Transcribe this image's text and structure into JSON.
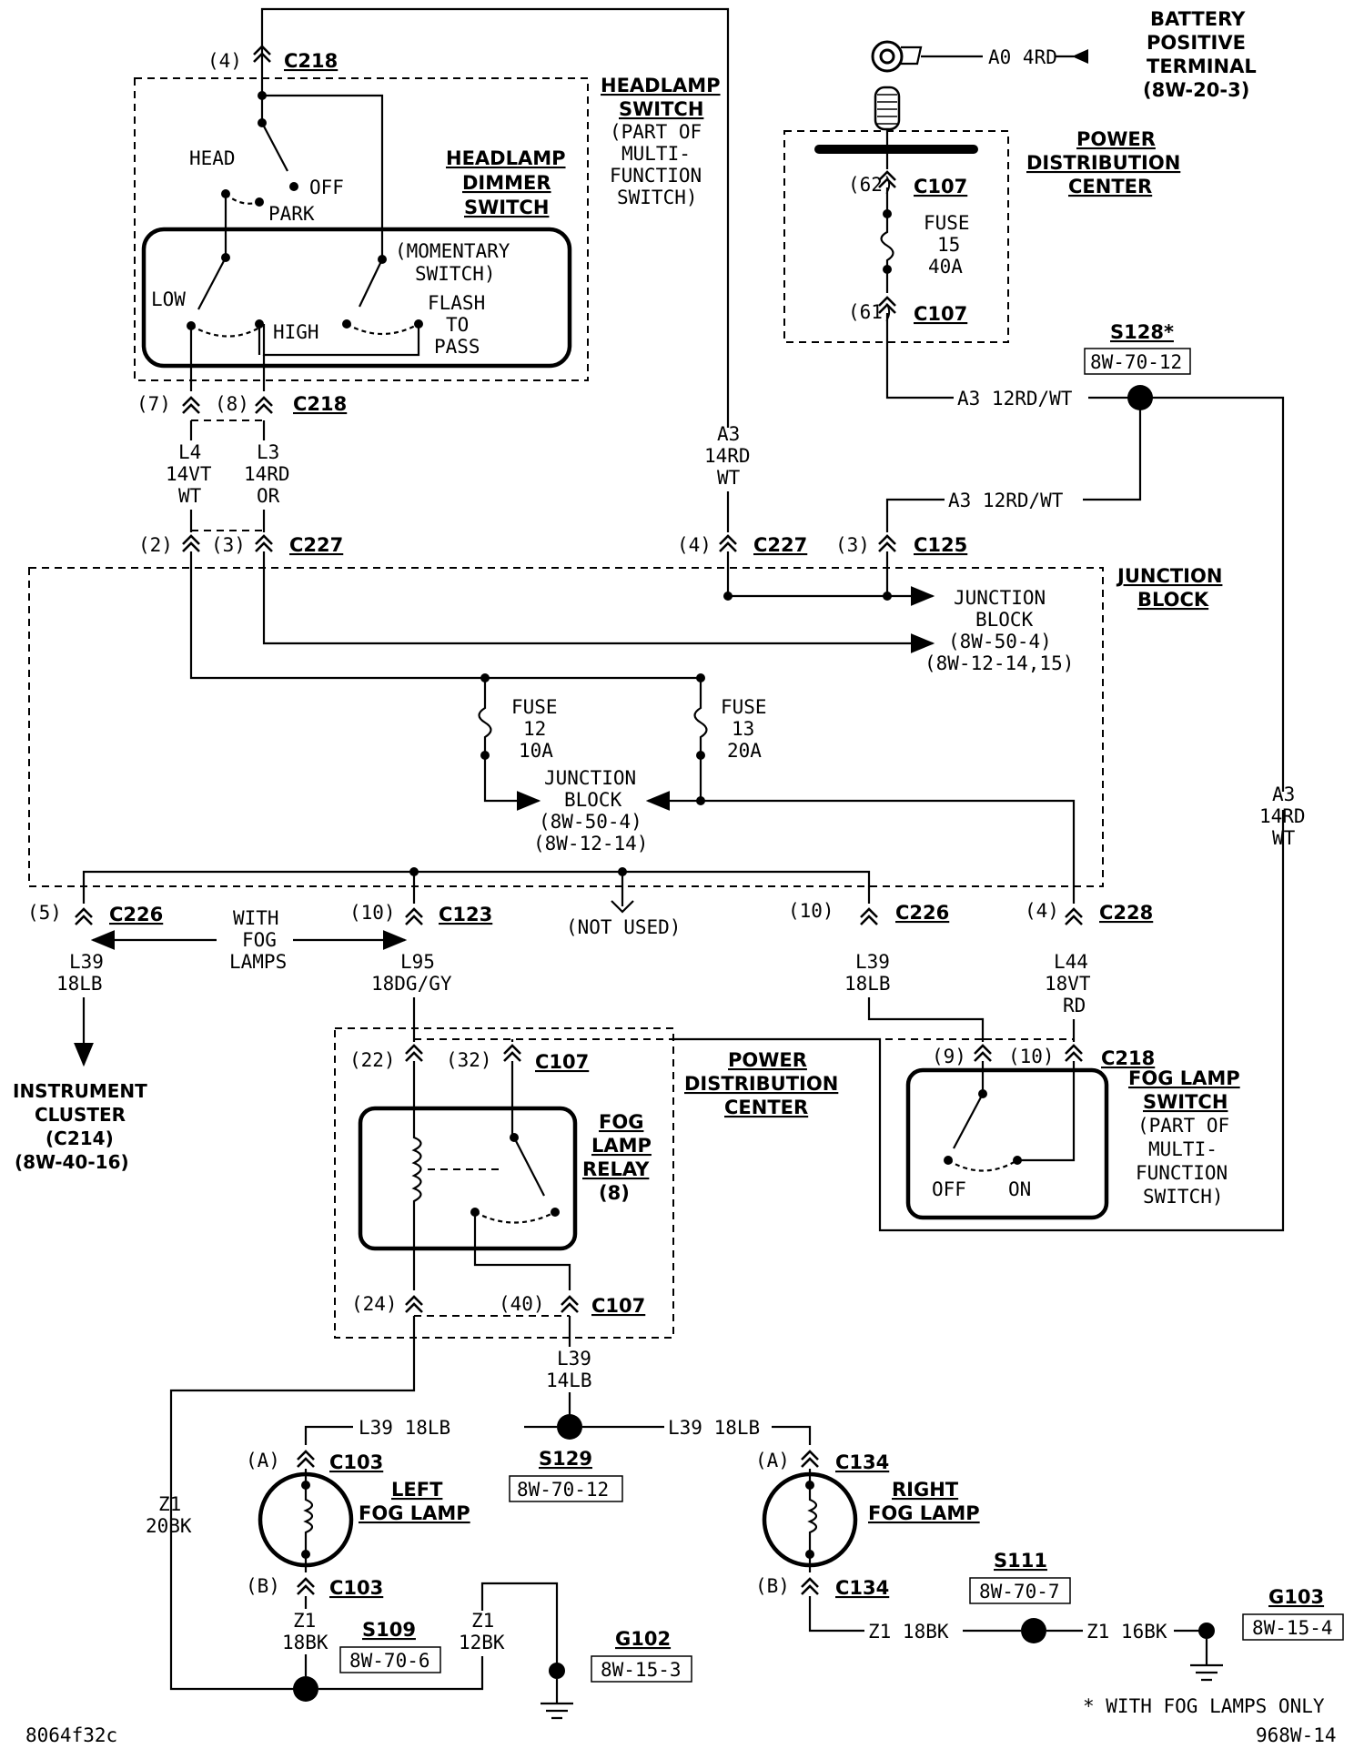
{
  "labels": {
    "battery": [
      "BATTERY",
      "POSITIVE",
      "TERMINAL",
      "(8W-20-3)"
    ],
    "a0_wire": "A0 4RD",
    "pdc_title": [
      "POWER",
      "DISTRIBUTION",
      "CENTER"
    ],
    "fuse15": [
      "FUSE",
      "15",
      "40A"
    ],
    "c107": "C107",
    "c107_62": "(62)",
    "c107_61": "(61)",
    "c107_22": "(22)",
    "c107_32": "(32)",
    "c107_24": "(24)",
    "c107_40": "(40)",
    "s128": "S128*",
    "s128_ref": "8W-70-12",
    "a3_12rdwt": "A3 12RD/WT",
    "headlamp_switch": [
      "HEADLAMP",
      "SWITCH"
    ],
    "headlamp_switch_note": [
      "(PART OF",
      "MULTI-",
      "FUNCTION",
      "SWITCH)"
    ],
    "headlamp_dimmer": [
      "HEADLAMP",
      "DIMMER",
      "SWITCH"
    ],
    "c218": "C218",
    "c218_4": "(4)",
    "c218_7": "(7)",
    "c218_8": "(8)",
    "c218_9": "(9)",
    "c218_10": "(10)",
    "head": "HEAD",
    "off": "OFF",
    "park": "PARK",
    "momentary": [
      "(MOMENTARY",
      "SWITCH)"
    ],
    "low": "LOW",
    "high": "HIGH",
    "flash": [
      "FLASH",
      "TO",
      "PASS"
    ],
    "l4_wire": [
      "L4",
      "14VT",
      "WT"
    ],
    "l3_wire": [
      "L3",
      "14RD",
      "OR"
    ],
    "a3_14rdwt": [
      "A3",
      "14RD",
      "WT"
    ],
    "c227": "C227",
    "c227_2": "(2)",
    "c227_3": "(3)",
    "c227_4": "(4)",
    "c125": "C125",
    "c125_3": "(3)",
    "junction_block_title": [
      "JUNCTION",
      "BLOCK"
    ],
    "jb_ref1": [
      "JUNCTION",
      "BLOCK",
      "(8W-50-4)",
      "(8W-12-14,15)"
    ],
    "fuse12": [
      "FUSE",
      "12",
      "10A"
    ],
    "fuse13": [
      "FUSE",
      "13",
      "20A"
    ],
    "jb_ref2": [
      "JUNCTION",
      "BLOCK",
      "(8W-50-4)",
      "(8W-12-14)"
    ],
    "c226": "C226",
    "c226_5": "(5)",
    "c226_10": "(10)",
    "with_fog": [
      "WITH",
      "FOG",
      "LAMPS"
    ],
    "c123": "C123",
    "c123_10": "(10)",
    "not_used": "(NOT USED)",
    "c228": "C228",
    "c228_4": "(4)",
    "l39_18lb": [
      "L39",
      "18LB"
    ],
    "l95": [
      "L95",
      "18DG/GY"
    ],
    "l44": [
      "L44",
      "18VT",
      "RD"
    ],
    "instrument_cluster": [
      "INSTRUMENT",
      "CLUSTER",
      "(C214)",
      "(8W-40-16)"
    ],
    "fog_relay": [
      "FOG",
      "LAMP",
      "RELAY",
      "(8)"
    ],
    "fog_switch": [
      "FOG LAMP",
      "SWITCH"
    ],
    "fog_switch_note": [
      "(PART OF",
      "MULTI-",
      "FUNCTION",
      "SWITCH)"
    ],
    "fog_off": "OFF",
    "fog_on": "ON",
    "l39_14lb": [
      "L39",
      "14LB"
    ],
    "l39_18lb_inline": "L39 18LB",
    "s129": "S129",
    "s129_ref": "8W-70-12",
    "z1_20bk": [
      "Z1",
      "20BK"
    ],
    "c103": "C103",
    "c103_a": "(A)",
    "c103_b": "(B)",
    "left_fog": [
      "LEFT",
      "FOG LAMP"
    ],
    "c134": "C134",
    "c134_a": "(A)",
    "c134_b": "(B)",
    "right_fog": [
      "RIGHT",
      "FOG LAMP"
    ],
    "z1_18bk": [
      "Z1",
      "18BK"
    ],
    "z1_12bk": [
      "Z1",
      "12BK"
    ],
    "s109": "S109",
    "s109_ref": "8W-70-6",
    "g102": "G102",
    "g102_ref": "8W-15-3",
    "s111": "S111",
    "s111_ref": "8W-70-7",
    "z1_18bk_inline": "Z1 18BK",
    "z1_16bk_inline": "Z1 16BK",
    "g103": "G103",
    "g103_ref": "8W-15-4",
    "footnote": "* WITH FOG LAMPS ONLY",
    "page_code": "8064f32c",
    "page_number": "968W-14"
  }
}
